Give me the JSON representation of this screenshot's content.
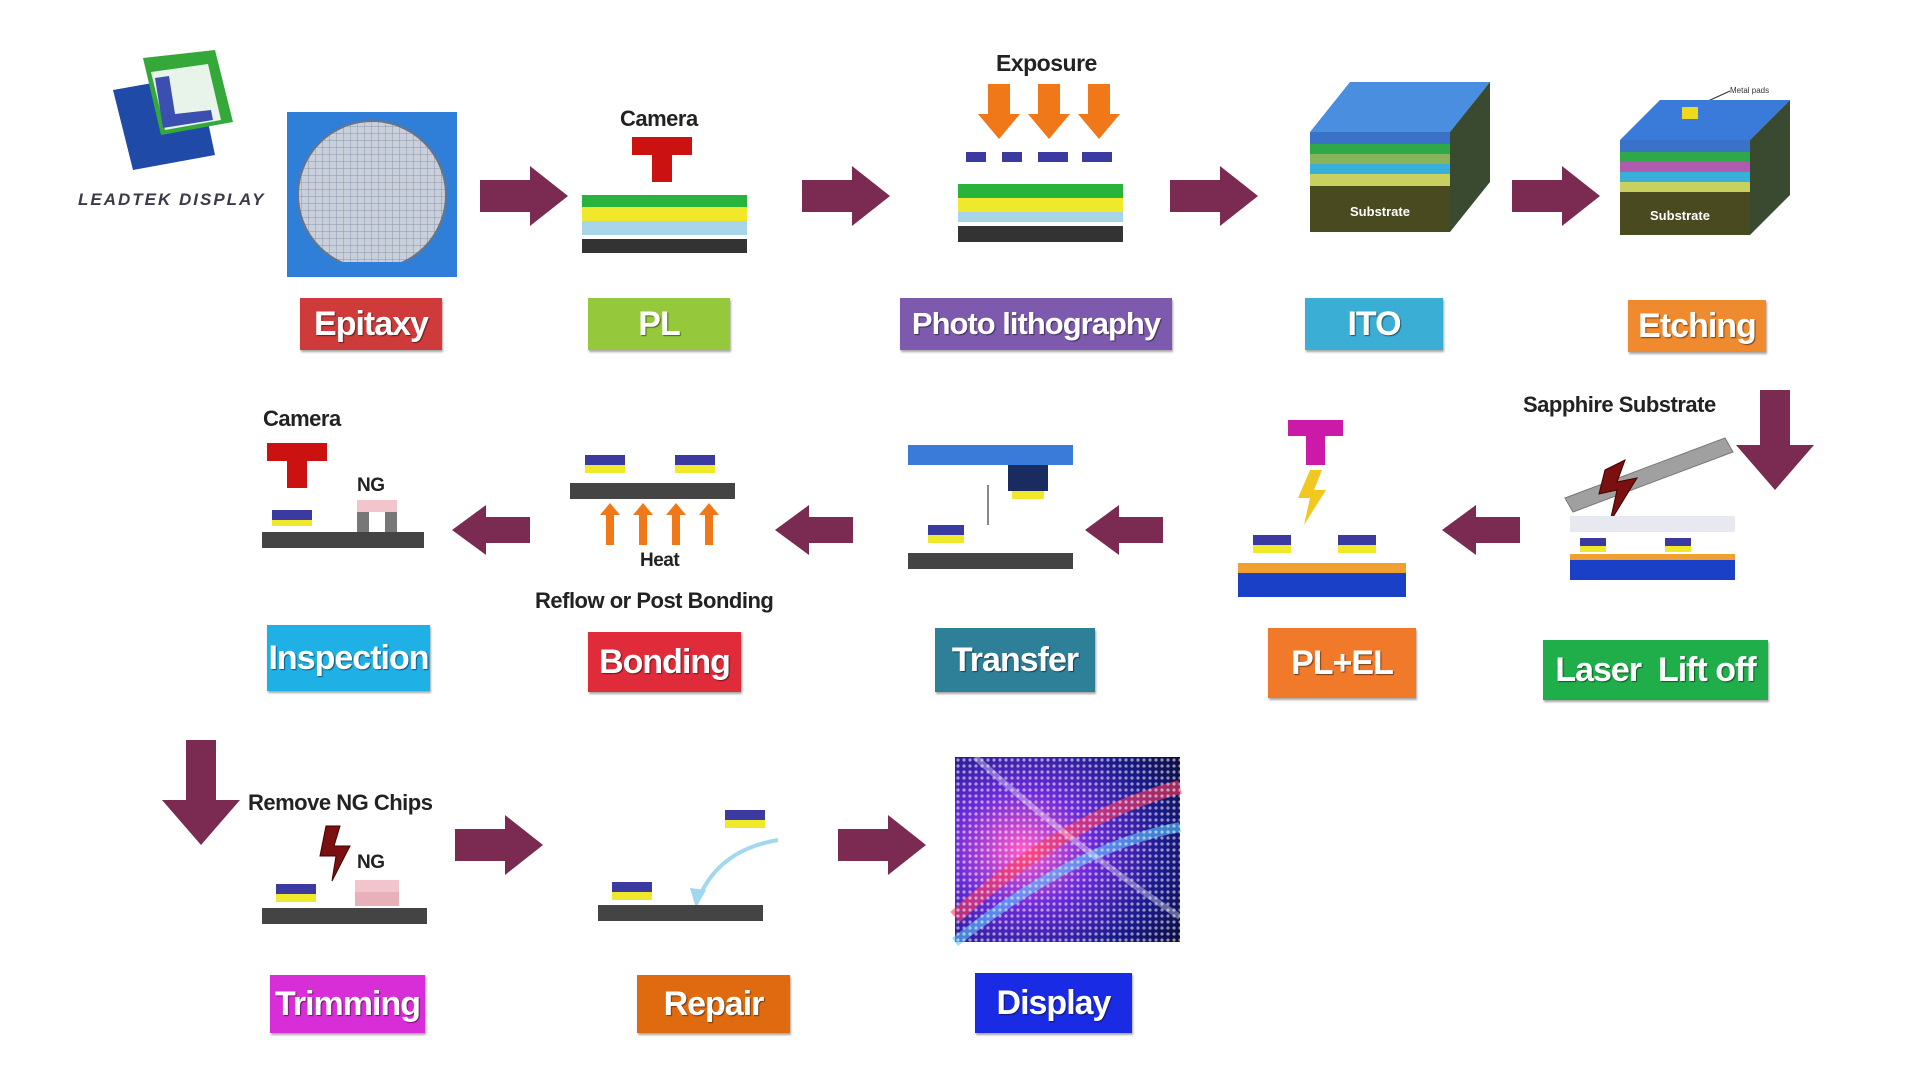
{
  "logo": {
    "text": "LEADTEK DISPLAY"
  },
  "steps": {
    "epitaxy": "Epitaxy",
    "pl": "PL",
    "photo": "Photo lithography",
    "ito": "ITO",
    "etching": "Etching",
    "laser": "Laser  Lift off",
    "plel": "PL+EL",
    "transfer": "Transfer",
    "bonding": "Bonding",
    "inspection": "Inspection",
    "trimming": "Trimming",
    "repair": "Repair",
    "display": "Display"
  },
  "captions": {
    "camera1": "Camera",
    "exposure": "Exposure",
    "sapphire": "Sapphire Substrate",
    "camera2": "Camera",
    "ng1": "NG",
    "heat": "Heat",
    "reflow": "Reflow or Post Bonding",
    "remove": "Remove NG Chips",
    "ng2": "NG",
    "substrate1": "Substrate",
    "substrate2": "Substrate",
    "metal_pads": "Metal pads"
  },
  "colors": {
    "arrow": "#7b2a52",
    "epitaxy": "#cf3a3a",
    "pl": "#96c83c",
    "photo": "#7d5aae",
    "ito": "#3aaed4",
    "etching": "#f08a2e",
    "laser": "#1fae4a",
    "plel": "#f07a2a",
    "transfer": "#2e7f98",
    "bonding": "#e02b3a",
    "inspection": "#1fb0e6",
    "trimming": "#d82ed8",
    "repair": "#e06a10",
    "display": "#1a2be6"
  }
}
